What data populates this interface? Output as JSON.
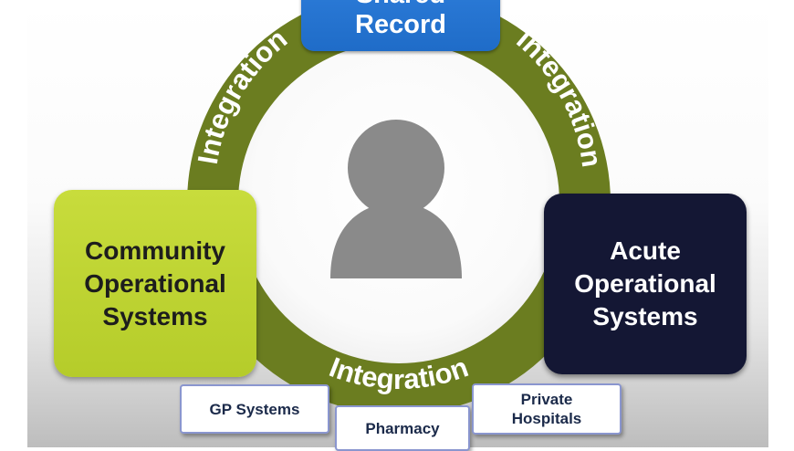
{
  "nodes": {
    "shared_record": {
      "lines": [
        "Shared",
        "Record"
      ],
      "color": "#2a78d6"
    },
    "community": {
      "lines": [
        "Community",
        "Operational",
        "Systems"
      ],
      "color": "#bdd22f"
    },
    "acute": {
      "lines": [
        "Acute",
        "Operational",
        "Systems"
      ],
      "color": "#141734"
    }
  },
  "ring": {
    "color": "#6b7d20",
    "labels": {
      "top_left": "Integration",
      "top_right": "Integration",
      "bottom": "Integration"
    }
  },
  "center": {
    "icon": "person-silhouette-icon",
    "color": "#8a8a8a"
  },
  "sources": {
    "gp": {
      "lines": [
        "GP Systems"
      ]
    },
    "pharmacy": {
      "lines": [
        "Pharmacy"
      ]
    },
    "private_hospitals": {
      "lines": [
        "Private",
        "Hospitals"
      ]
    }
  }
}
